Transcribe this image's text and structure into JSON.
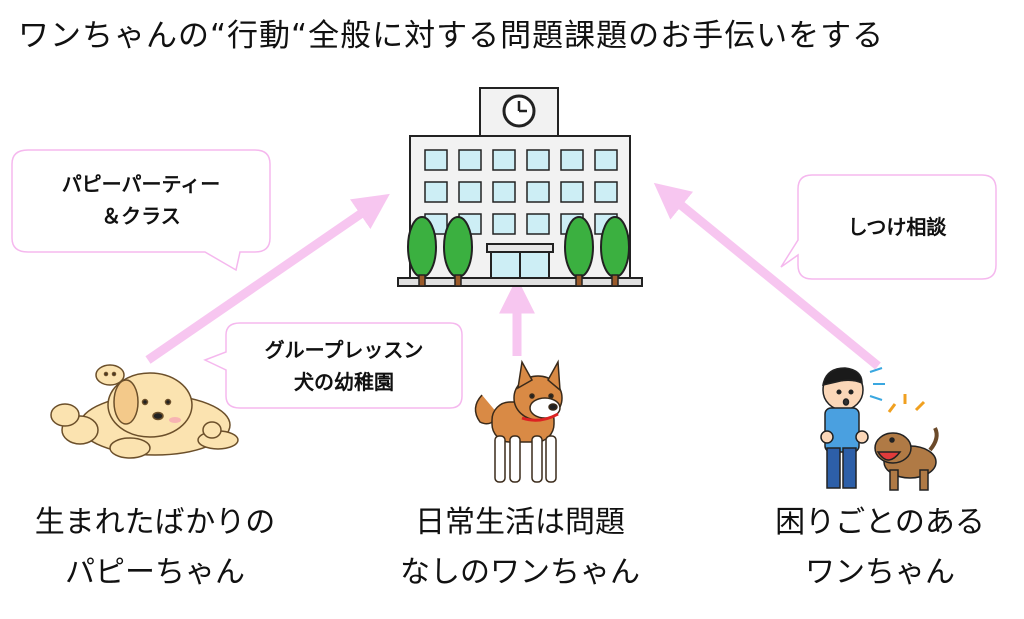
{
  "title": "ワンちゃんの“行動“全般に対する問題課題のお手伝いをする",
  "bubbles": {
    "left": {
      "line1": "パピーパーティー",
      "line2": "＆クラス"
    },
    "middle": {
      "line1": "グループレッスン",
      "line2": "犬の幼稚園"
    },
    "right": {
      "line1": "しつけ相談"
    }
  },
  "captions": {
    "left": {
      "line1": "生まれたばかりの",
      "line2": "パピーちゃん"
    },
    "center": {
      "line1": "日常生活は問題",
      "line2": "なしのワンちゃん"
    },
    "right": {
      "line1": "困りごとのある",
      "line2": "ワンちゃん"
    }
  },
  "colors": {
    "arrow": "#f7c6f0",
    "bubble_border": "#f5b8ee",
    "window": "#cdeef5",
    "tree": "#3bb040"
  },
  "icons": [
    "school-building-icon",
    "clock-icon",
    "puppies-icon",
    "shiba-dog-icon",
    "barking-dog-and-man-icon"
  ]
}
